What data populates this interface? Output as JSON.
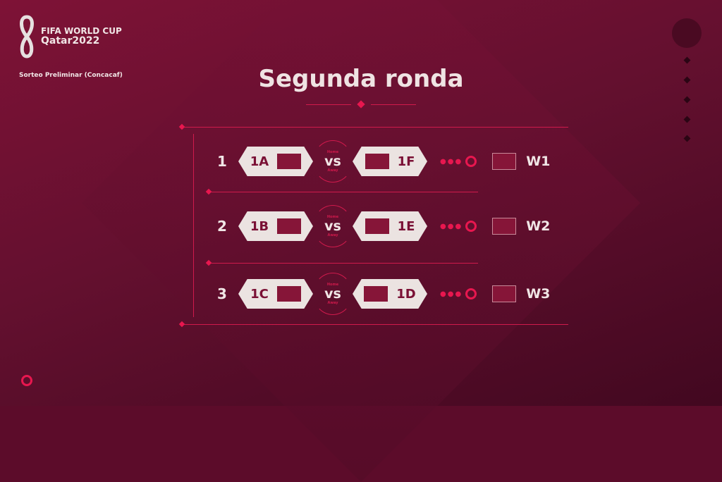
{
  "brand": {
    "line1": "FIFA WORLD CUP",
    "line2": "Qatar2022"
  },
  "subtitle": "Sorteo Preliminar (Concacaf)",
  "title": "Segunda ronda",
  "vs": {
    "label": "vs",
    "home": "Home",
    "away": "Away"
  },
  "matches": [
    {
      "num": "1",
      "team1": "1A",
      "team2": "1F",
      "winner": "W1"
    },
    {
      "num": "2",
      "team1": "1B",
      "team2": "1E",
      "winner": "W2"
    },
    {
      "num": "3",
      "team1": "1C",
      "team2": "1D",
      "winner": "W3"
    }
  ],
  "colors": {
    "accent": "#e8174f",
    "background": "#5c0c2a"
  }
}
